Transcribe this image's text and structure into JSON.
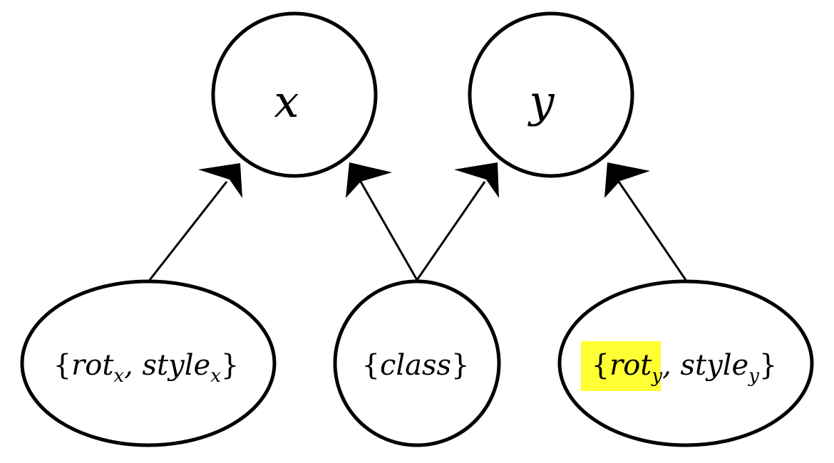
{
  "nodes": {
    "x": {
      "label": "x"
    },
    "y": {
      "label": "y"
    },
    "left": {
      "open": "{",
      "rot": "rot",
      "sub1": "x",
      "sep": ", ",
      "style": "style",
      "sub2": "x",
      "close": "}"
    },
    "center": {
      "open": "{",
      "text": "class",
      "close": "}"
    },
    "right": {
      "open": "{",
      "rot": "rot",
      "sub1": "y",
      "sep": ", ",
      "style": "style",
      "sub2": "y",
      "close": "}"
    }
  },
  "edges": [
    {
      "from": "left",
      "to": "x"
    },
    {
      "from": "center",
      "to": "x"
    },
    {
      "from": "center",
      "to": "y"
    },
    {
      "from": "right",
      "to": "y"
    }
  ],
  "highlight": {
    "color": "#ffff33",
    "target": "right rot_y"
  }
}
